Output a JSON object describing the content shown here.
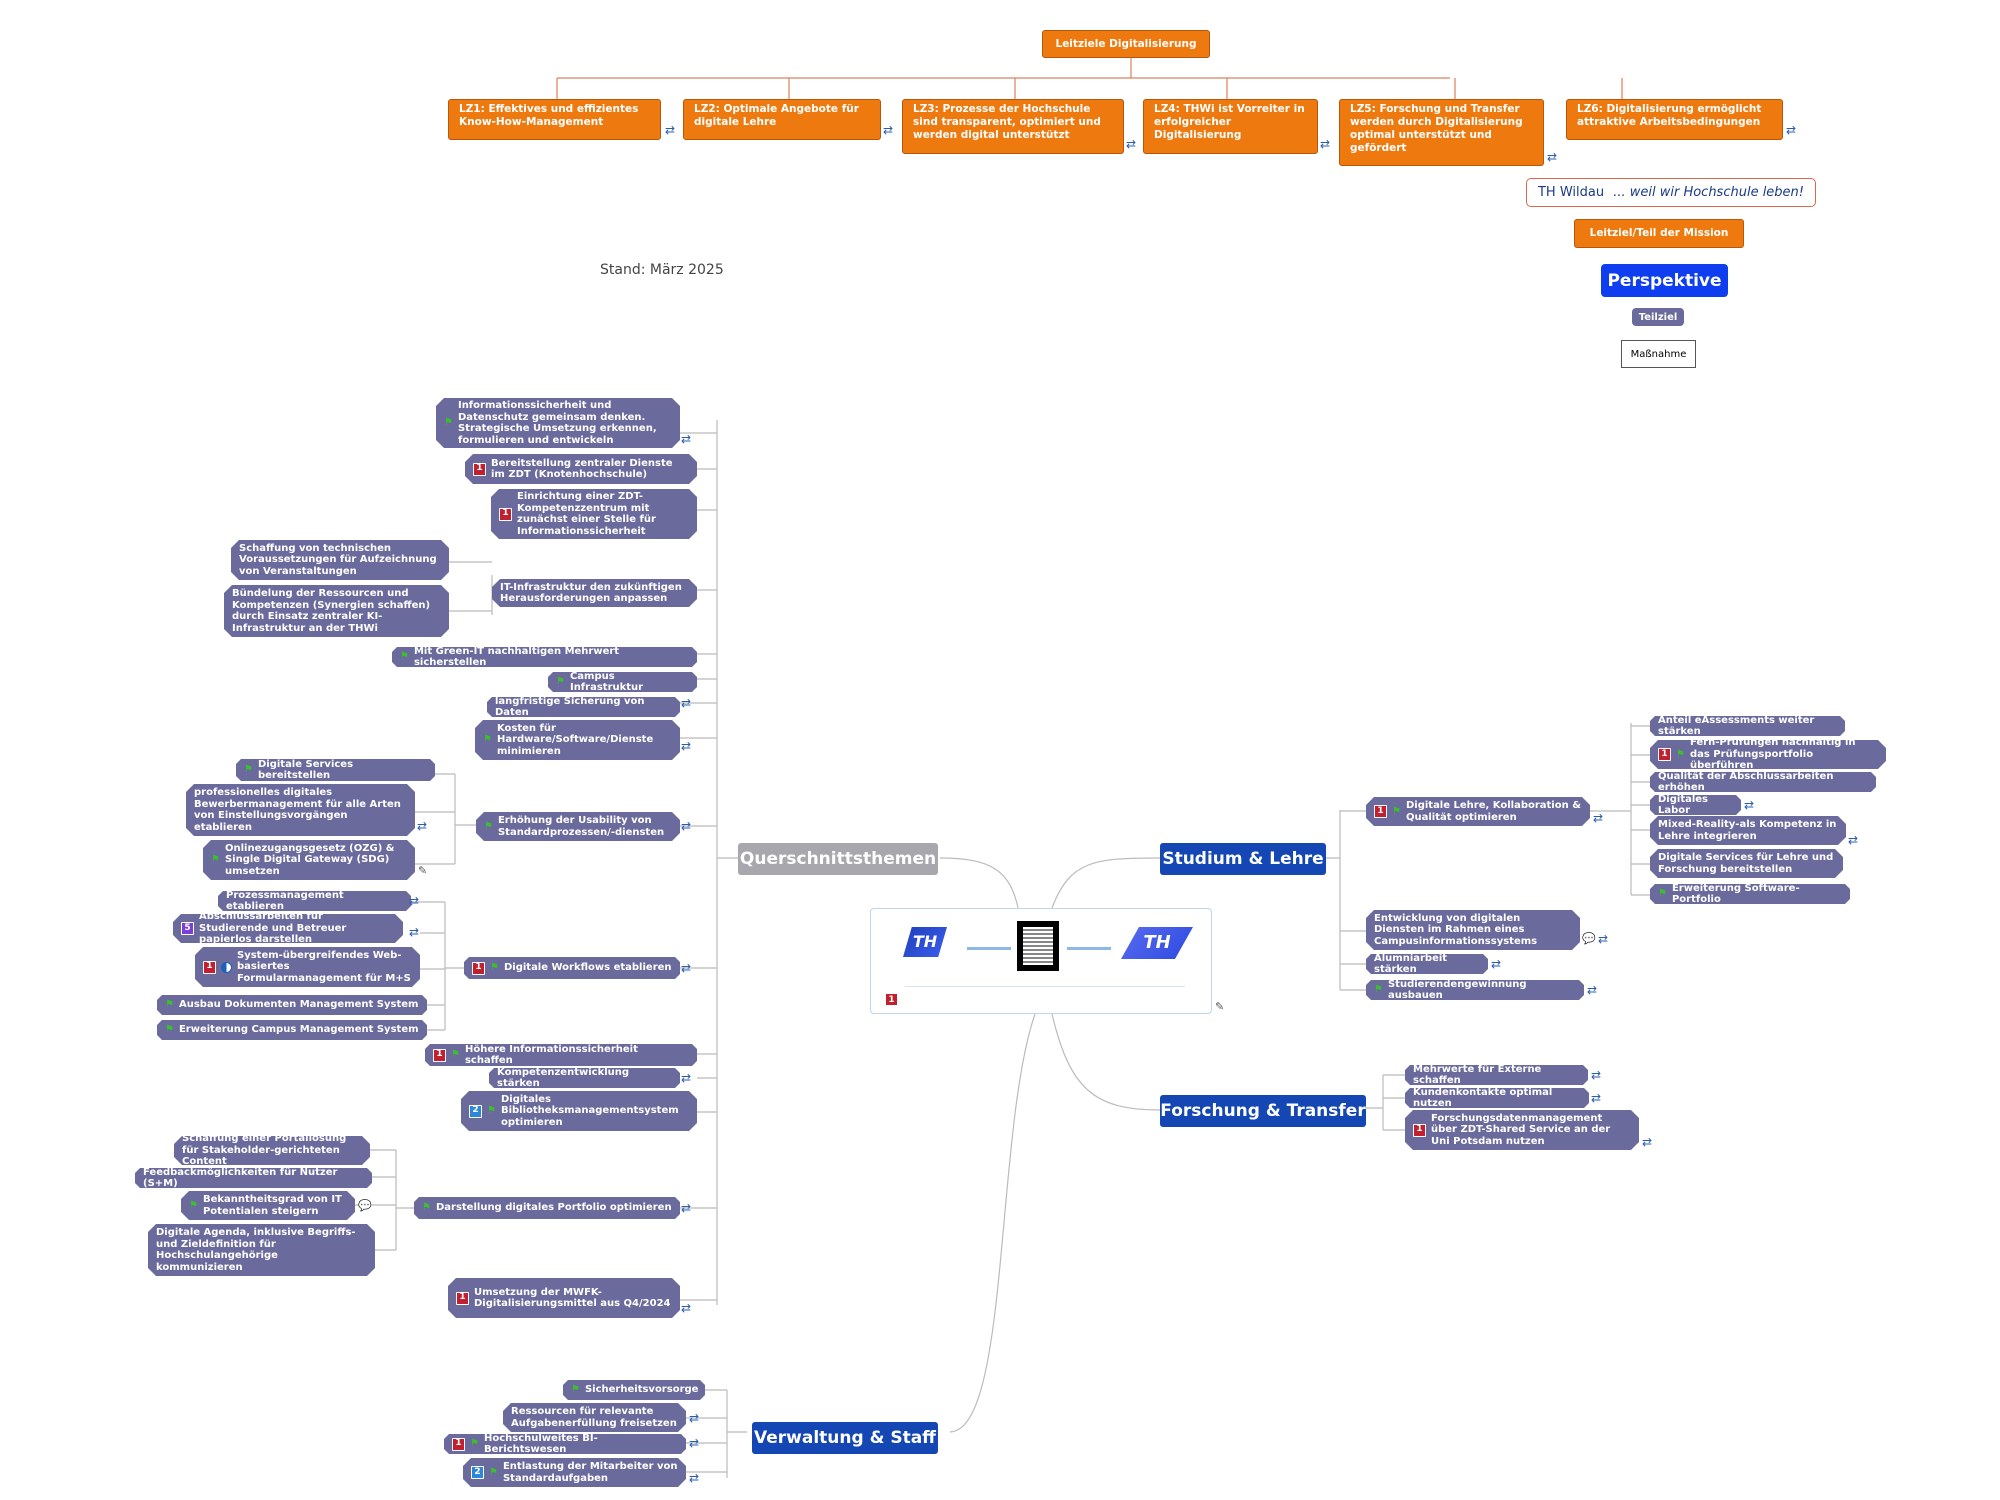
{
  "header": {
    "root": "Leitziele Digitalisierung",
    "goals": [
      "LZ1: Effektives und effizientes Know-How-Management",
      "LZ2: Optimale Angebote für digitale Lehre",
      "LZ3: Prozesse der Hochschule sind transparent, optimiert und werden digital unterstützt",
      "LZ4: THWi ist Vorreiter in erfolgreicher Digitalisierung",
      "LZ5: Forschung und Transfer werden durch Digitalisierung optimal unterstützt und gefördert",
      "LZ6: Digitalisierung ermöglicht attraktive Arbeitsbedingungen"
    ]
  },
  "legend": {
    "motto_plain": "TH Wildau ",
    "motto_italic": "... weil wir Hochschule leben!",
    "mission": "Leitziel/Teil der Mission",
    "perspektive": "Perspektive",
    "teilziel": "Teilziel",
    "massnahme": "Maßnahme"
  },
  "stand": "Stand: März 2025",
  "center": {
    "logo_left": "TH",
    "logo_right": "TH",
    "priority": "1"
  },
  "querschnitt": {
    "label": "Querschnittsthemen",
    "items": [
      {
        "text": "Informationssicherheit und Datenschutz  gemeinsam denken. Strategische Umsetzung erkennen, formulieren und entwickeln"
      },
      {
        "text": "Bereitstellung zentraler Dienste im ZDT (Knotenhochschule)",
        "prio": "1"
      },
      {
        "text": "Einrichtung einer ZDT-Kompetenzzentrum mit zunächst einer Stelle für Informationssicherheit",
        "prio": "1"
      },
      {
        "text": "IT-Infrastruktur den zukünftigen Herausforderungen anpassen"
      },
      {
        "text": "Mit Green-IT nachhaltigen Mehrwert sicherstellen"
      },
      {
        "text": "Campus Infrastruktur"
      },
      {
        "text": "langfristige Sicherung von Daten"
      },
      {
        "text": "Kosten für Hardware/Software/Dienste minimieren"
      },
      {
        "text": "Erhöhung der Usability von Standardprozessen/-diensten"
      },
      {
        "text": "Digitale Workflows etablieren",
        "prio": "1"
      },
      {
        "text": "Höhere Informationssicherheit schaffen",
        "prio": "1"
      },
      {
        "text": "Kompetenzentwicklung stärken"
      },
      {
        "text": "Digitales Bibliotheksmanagementsystem optimieren",
        "prio": "2"
      },
      {
        "text": "Darstellung digitales Portfolio optimieren"
      },
      {
        "text": "Umsetzung der MWFK-Digitalisierungsmittel aus Q4/2024",
        "prio": "1"
      }
    ],
    "infra_children": [
      "Schaffung von technischen Voraussetzungen für Aufzeichnung von Veranstaltungen",
      "Bündelung der Ressourcen und Kompetenzen (Synergien schaffen) durch Einsatz zentraler KI-Infrastruktur an der THWi"
    ],
    "usability_children": [
      "Digitale Services bereitstellen",
      "professionelles digitales Bewerbermanagement für alle Arten von Einstellungsvorgängen etablieren",
      "Onlinezugangsgesetz (OZG) & Single Digital Gateway (SDG) umsetzen"
    ],
    "workflow_children": [
      {
        "text": "Prozessmanagement etablieren"
      },
      {
        "text": "Abschlussarbeiten für Studierende und Betreuer papierlos darstellen",
        "prio": "5"
      },
      {
        "text": "System-übergreifendes Web-basiertes Formularmanagement für M+S",
        "prio": "1"
      },
      {
        "text": "Ausbau Dokumenten Management System"
      },
      {
        "text": "Erweiterung Campus Management System"
      }
    ],
    "portfolio_children": [
      "Schaffung einer Portallösung für Stakeholder-gerichteten Content",
      "Feedbackmöglichkeiten für Nutzer (S+M)",
      "Bekanntheitsgrad von IT Potentialen steigern",
      "Digitale Agenda, inklusive Begriffs- und Zieldefinition für Hochschulangehörige kommunizieren"
    ]
  },
  "studium": {
    "label": "Studium & Lehre",
    "items": [
      {
        "text": "Digitale Lehre, Kollaboration & Qualität optimieren",
        "prio": "1"
      },
      {
        "text": "Entwicklung von digitalen Diensten im Rahmen eines Campusinformationssystems"
      },
      {
        "text": "Alumniarbeit stärken"
      },
      {
        "text": "Studierendengewinnung ausbauen"
      }
    ],
    "lehre_children": [
      {
        "text": "Anteil eAssessments weiter stärken"
      },
      {
        "text": "Fern-Prüfungen nachhaltig in das Prüfungsportfolio überführen",
        "prio": "1"
      },
      {
        "text": "Qualität der Abschlussarbeiten erhöhen"
      },
      {
        "text": "Digitales Labor"
      },
      {
        "text": "Mixed-Reality-als Kompetenz in Lehre integrieren"
      },
      {
        "text": "Digitale Services für Lehre und Forschung bereitstellen"
      },
      {
        "text": "Erweiterung Software-Portfolio"
      }
    ]
  },
  "forschung": {
    "label": "Forschung & Transfer",
    "items": [
      {
        "text": "Mehrwerte für Externe schaffen"
      },
      {
        "text": "Kundenkontakte optimal nutzen"
      },
      {
        "text": "Forschungsdatenmanagement über ZDT-Shared Service an der Uni Potsdam nutzen",
        "prio": "1"
      }
    ]
  },
  "verwaltung": {
    "label": "Verwaltung & Staff",
    "items": [
      {
        "text": "Sicherheitsvorsorge"
      },
      {
        "text": "Ressourcen für relevante Aufgabenerfüllung freisetzen"
      },
      {
        "text": "Hochschulweites BI-Berichtswesen",
        "prio": "1"
      },
      {
        "text": "Entlastung der Mitarbeiter von Standardaufgaben",
        "prio": "2"
      }
    ]
  },
  "colors": {
    "orange": "#ee7a0f",
    "purple": "#6b6a9c",
    "blue": "#1447b4",
    "grey": "#a7a7ad"
  }
}
